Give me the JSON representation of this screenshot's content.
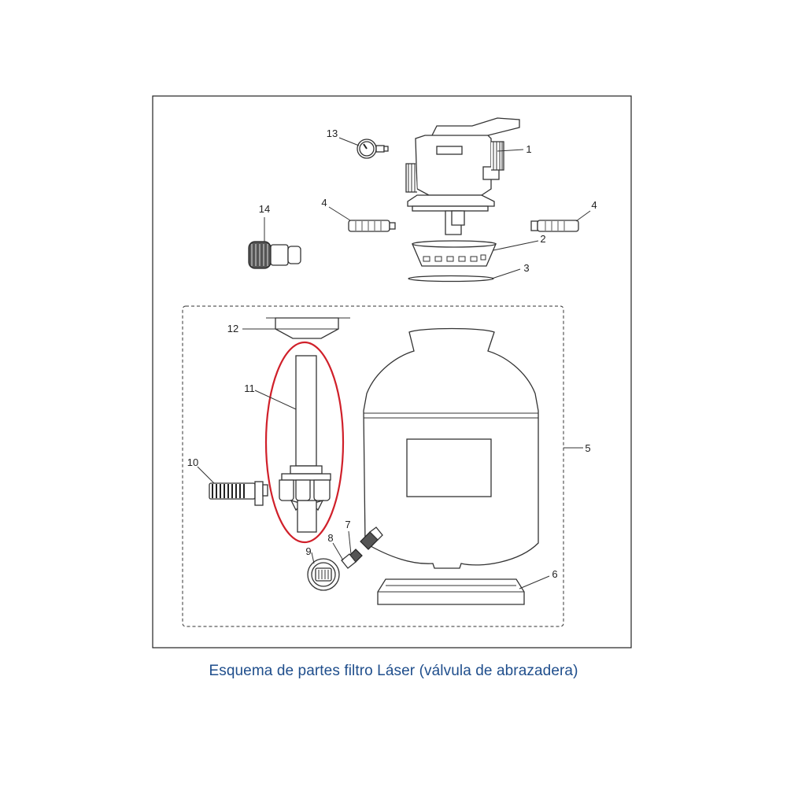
{
  "caption": "Esquema de partes filtro Láser (válvula de abrazadera)",
  "colors": {
    "caption": "#1f4e8c",
    "highlight": "#d0202a",
    "line": "#333333"
  },
  "parts": [
    {
      "number": "1",
      "name": "multiport-valve-icon"
    },
    {
      "number": "2",
      "name": "valve-flange-icon"
    },
    {
      "number": "3",
      "name": "o-ring-icon"
    },
    {
      "number": "4",
      "name": "threaded-nipple-icon"
    },
    {
      "number": "4",
      "name": "threaded-nipple-icon"
    },
    {
      "number": "5",
      "name": "filter-tank-icon"
    },
    {
      "number": "6",
      "name": "tank-base-icon"
    },
    {
      "number": "7",
      "name": "drain-plug-icon"
    },
    {
      "number": "8",
      "name": "drain-cap-icon"
    },
    {
      "number": "9",
      "name": "drain-strainer-icon"
    },
    {
      "number": "10",
      "name": "lateral-icon"
    },
    {
      "number": "11",
      "name": "standpipe-collector-icon"
    },
    {
      "number": "12",
      "name": "diffuser-icon"
    },
    {
      "number": "13",
      "name": "pressure-gauge-icon"
    },
    {
      "number": "14",
      "name": "union-fitting-icon"
    }
  ]
}
